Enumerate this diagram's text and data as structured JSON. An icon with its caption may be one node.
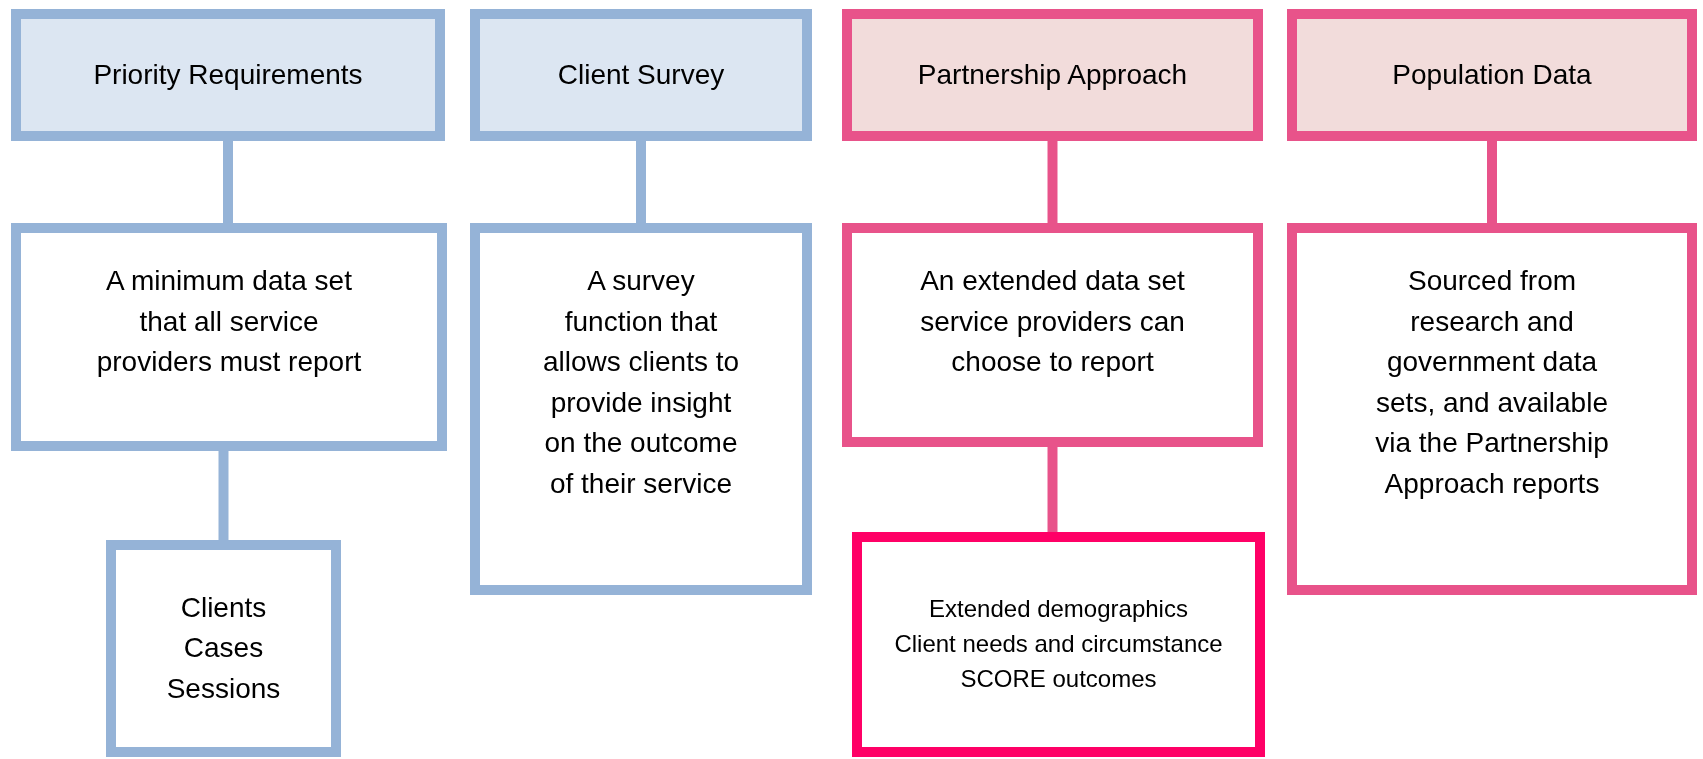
{
  "diagram": {
    "nodes": [
      {
        "text": [
          "Priority Requirements"
        ]
      },
      {
        "text": [
          "A minimum data set that all service providers must report"
        ]
      },
      {
        "text": [
          "Clients",
          "Cases",
          "Sessions"
        ]
      },
      {
        "text": [
          "Client Survey"
        ]
      },
      {
        "text": [
          "A survey function that allows clients to provide insight on the outcome of their service"
        ]
      },
      {
        "text": [
          "Partnership Approach"
        ]
      },
      {
        "text": [
          "An extended data set service providers can choose to report"
        ]
      },
      {
        "text": [
          "Extended demographics",
          "Client needs and circumstance",
          "SCORE outcomes"
        ]
      },
      {
        "text": [
          "Population Data"
        ]
      },
      {
        "text": [
          "Sourced from research and government data sets, and available via the Partnership Approach reports"
        ]
      }
    ],
    "edges": [
      {
        "from": 0,
        "to": 1,
        "arrow": "none",
        "color": "#95b3d7"
      },
      {
        "from": 1,
        "to": 2,
        "arrow": "none",
        "color": "#95b3d7"
      },
      {
        "from": 3,
        "to": 4,
        "arrow": "none",
        "color": "#95b3d7"
      },
      {
        "from": 5,
        "to": 6,
        "arrow": "none",
        "color": "#e8538a"
      },
      {
        "from": 6,
        "to": 7,
        "arrow": "none",
        "color": "#e8538a"
      },
      {
        "from": 8,
        "to": 9,
        "arrow": "none",
        "color": "#e8538a"
      }
    ]
  }
}
